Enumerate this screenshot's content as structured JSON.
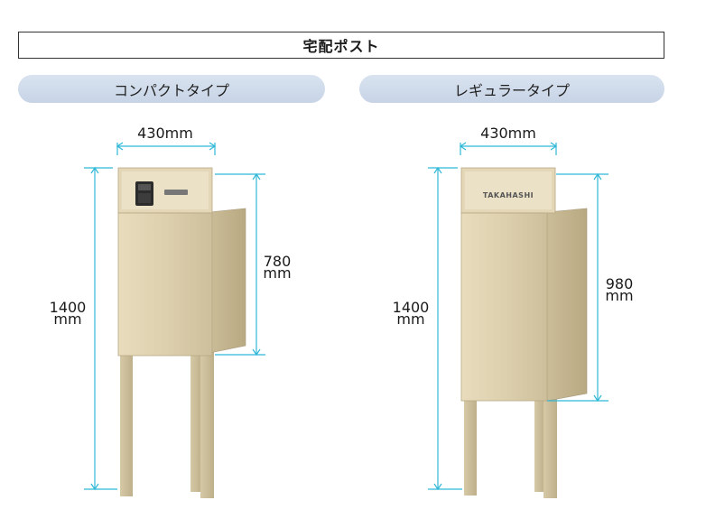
{
  "header": {
    "title": "宅配ポスト"
  },
  "variants": [
    {
      "name": "コンパクトタイプ",
      "width_label": "430mm",
      "height_value": "1400",
      "height_unit": "mm",
      "body_value": "780",
      "body_unit": "mm"
    },
    {
      "name": "レギュラータイプ",
      "width_label": "430mm",
      "height_value": "1400",
      "height_unit": "mm",
      "body_value": "980",
      "body_unit": "mm",
      "nameplate_text": "TAKAHASHI"
    }
  ],
  "colors": {
    "dimension_line": "#2fb8d6",
    "product_body": "#d9cba8",
    "product_shadow": "#b9aa85"
  }
}
